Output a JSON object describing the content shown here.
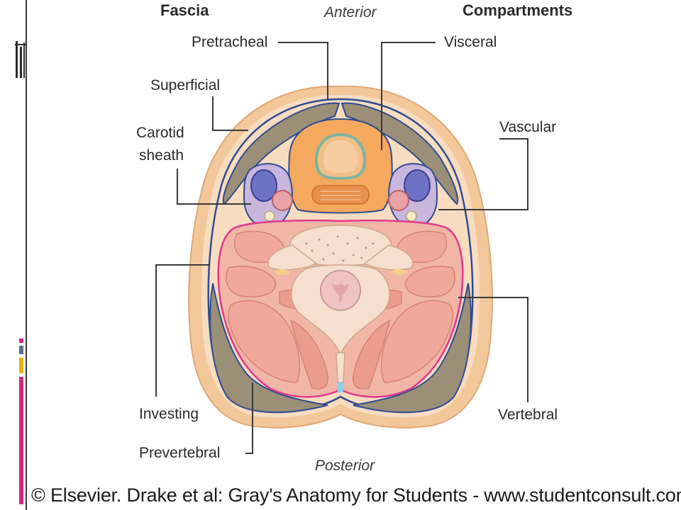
{
  "headers": {
    "fascia": "Fascia",
    "compartments": "Compartments",
    "anterior": "Anterior",
    "posterior": "Posterior"
  },
  "labels": {
    "pretracheal": "Pretracheal",
    "superficial": "Superficial",
    "carotid_line1": "Carotid",
    "carotid_line2": "sheath",
    "investing": "Investing",
    "prevertebral": "Prevertebral",
    "visceral": "Visceral",
    "vascular": "Vascular",
    "vertebral": "Vertebral"
  },
  "credit": "© Elsevier. Drake et al: Gray's Anatomy for Students - www.studentconsult.com",
  "colors": {
    "skin": "#f2c79a",
    "fat": "#f7dcc0",
    "investing_muscle": "#9c8f78",
    "fascia_line": "#2f4c8f",
    "visceral": "#f5a95e",
    "trachea": "#f0c088",
    "vascular": "#8d8bd0",
    "prevertebral_outline": "#e0398f",
    "muscle": "#f0a89a",
    "bone": "#f6dfcf",
    "accent_pink": "#d3257f",
    "accent_gold": "#e8b400",
    "accent_slate": "#5a6f8a"
  }
}
